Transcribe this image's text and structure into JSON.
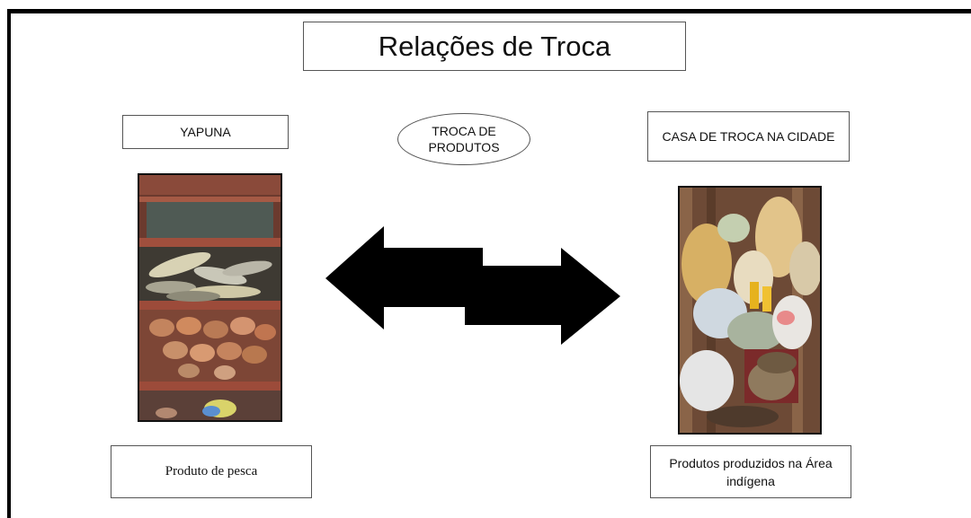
{
  "title": "Relações de Troca",
  "center_label": "TROCA DE PRODUTOS",
  "left": {
    "label": "YAPUNA",
    "caption": "Produto de pesca"
  },
  "right": {
    "label": "CASA DE TROCA NA CIDADE",
    "caption": "Produtos produzidos na Área indígena"
  },
  "icons": {
    "arrow": "double-headed-arrow"
  },
  "colors": {
    "arrow": "#000000",
    "border": "#555555",
    "frame": "#000000"
  }
}
